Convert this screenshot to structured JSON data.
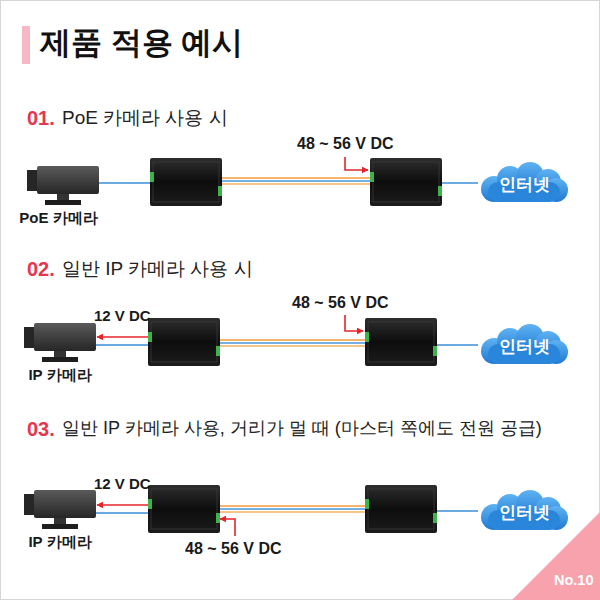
{
  "diagram": {
    "title": "제품 적용 예시",
    "nodes": [
      {
        "text": [
          "PoE 카메라"
        ]
      },
      {
        "text": []
      },
      {
        "text": []
      },
      {
        "text": [
          "인터넷"
        ]
      },
      {
        "text": [
          "IP 카메라"
        ]
      },
      {
        "text": []
      },
      {
        "text": []
      },
      {
        "text": [
          "인터넷"
        ]
      },
      {
        "text": [
          "IP 카메라"
        ]
      },
      {
        "text": []
      },
      {
        "text": []
      },
      {
        "text": [
          "인터넷"
        ]
      }
    ],
    "edges": [
      {
        "from": 0,
        "to": 1,
        "arrow": "none"
      },
      {
        "from": 1,
        "to": 2,
        "arrow": "none"
      },
      {
        "from": 2,
        "to": 3,
        "arrow": "none"
      },
      {
        "from": 4,
        "to": 5,
        "arrow": "none"
      },
      {
        "from": 5,
        "to": 4,
        "arrow": "to",
        "label": "12 V DC"
      },
      {
        "from": 5,
        "to": 6,
        "arrow": "none"
      },
      {
        "from": 6,
        "to": 7,
        "arrow": "none"
      },
      {
        "from": 8,
        "to": 9,
        "arrow": "none"
      },
      {
        "from": 9,
        "to": 8,
        "arrow": "to",
        "label": "12 V DC"
      },
      {
        "from": 9,
        "to": 10,
        "arrow": "none"
      },
      {
        "from": 10,
        "to": 11,
        "arrow": "none"
      }
    ],
    "labels": [
      "01.",
      "PoE 카메라 사용 시",
      "48 ~ 56 V DC",
      "02.",
      "일반 IP 카메라 사용 시",
      "48 ~ 56 V DC",
      "03.",
      "일반 IP 카메라 사용, 거리가 멀 때 (마스터 쪽에도 전원 공급)",
      "48 ~ 56 V DC",
      "No.10"
    ]
  }
}
